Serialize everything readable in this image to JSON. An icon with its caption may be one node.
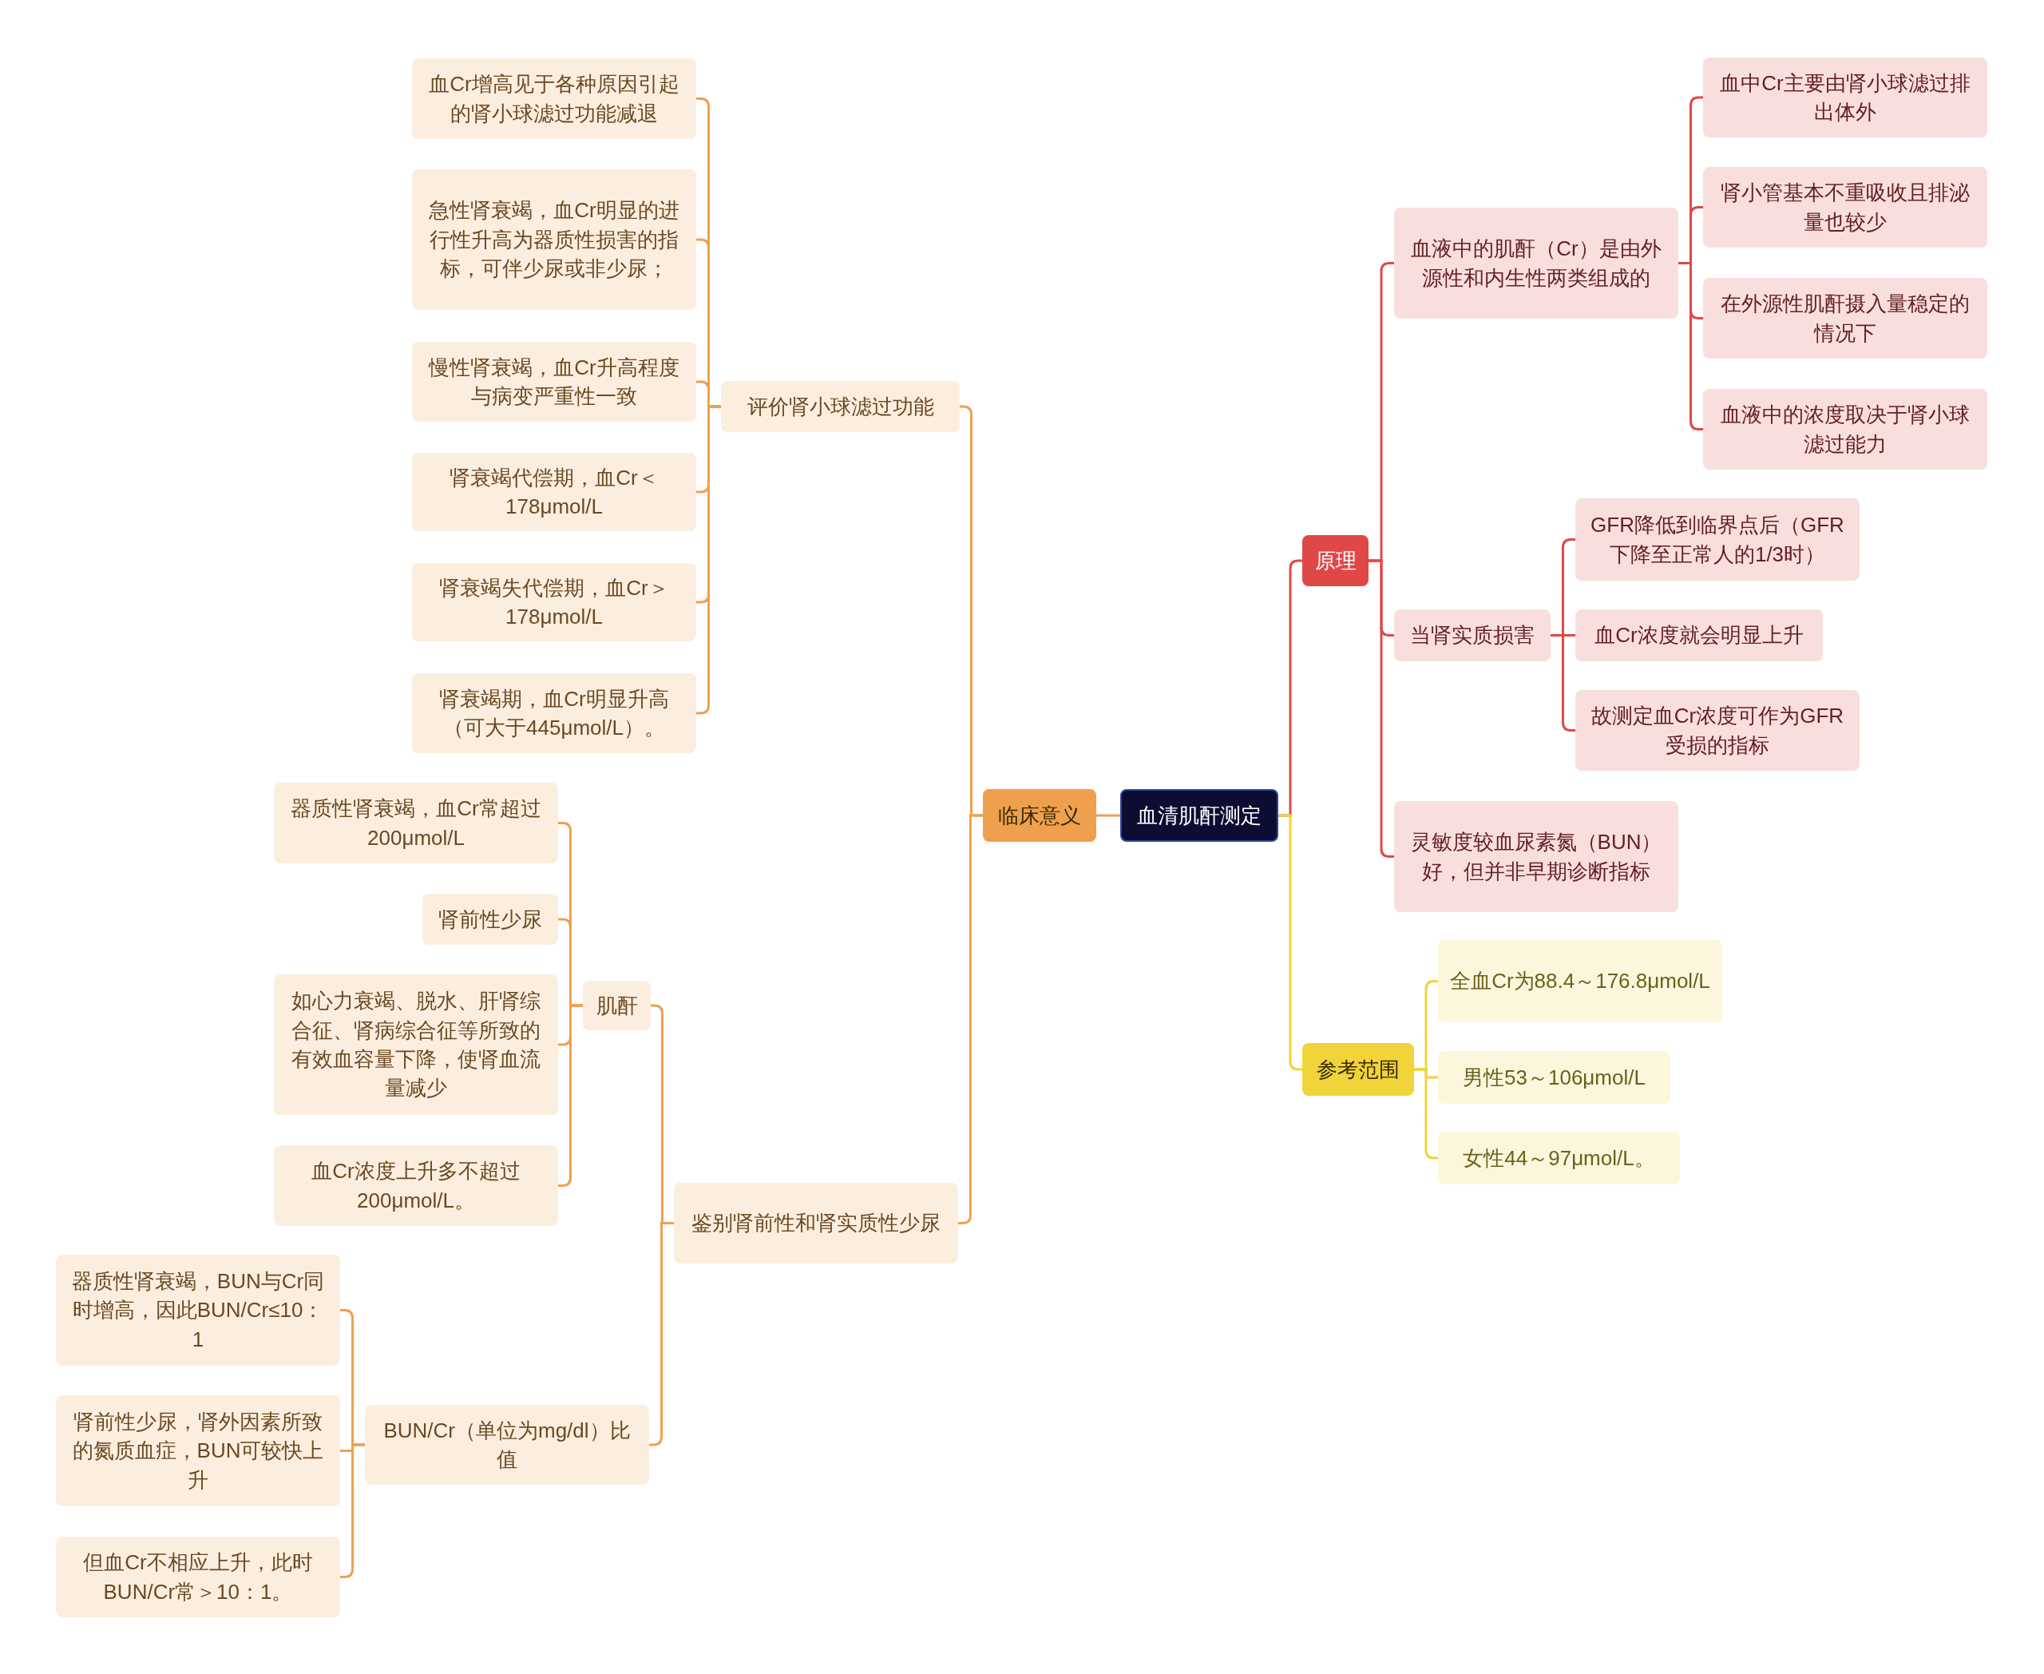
{
  "diagram": {
    "nodes": [
      {
        "text": [
          "血清肌酐测定"
        ]
      },
      {
        "text": [
          "临床意义"
        ]
      },
      {
        "text": [
          "评价肾小球滤过功能"
        ]
      },
      {
        "text": [
          "血Cr增高见于各种原因引起的肾小球滤过功能减退"
        ]
      },
      {
        "text": [
          "急性肾衰竭，血Cr明显的进行性升高为器质性损害的指标，可伴少尿或非少尿；"
        ]
      },
      {
        "text": [
          "慢性肾衰竭，血Cr升高程度与病变严重性一致"
        ]
      },
      {
        "text": [
          "肾衰竭代偿期，血Cr＜178μmol/L"
        ]
      },
      {
        "text": [
          "肾衰竭失代偿期，血Cr＞178μmol/L"
        ]
      },
      {
        "text": [
          "肾衰竭期，血Cr明显升高（可大于445μmol/L）。"
        ]
      },
      {
        "text": [
          "鉴别肾前性和肾实质性少尿"
        ]
      },
      {
        "text": [
          "肌酐"
        ]
      },
      {
        "text": [
          "器质性肾衰竭，血Cr常超过200μmol/L"
        ]
      },
      {
        "text": [
          "肾前性少尿"
        ]
      },
      {
        "text": [
          "如心力衰竭、脱水、肝肾综合征、肾病综合征等所致的有效血容量下降，使肾血流量减少"
        ]
      },
      {
        "text": [
          "血Cr浓度上升多不超过200μmol/L。"
        ]
      },
      {
        "text": [
          "BUN/Cr（单位为mg/dl）比值"
        ]
      },
      {
        "text": [
          "器质性肾衰竭，BUN与Cr同时增高，因此BUN/Cr≤10：1"
        ]
      },
      {
        "text": [
          "肾前性少尿，肾外因素所致的氮质血症，BUN可较快上升"
        ]
      },
      {
        "text": [
          "但血Cr不相应上升，此时BUN/Cr常＞10：1。"
        ]
      },
      {
        "text": [
          "原理"
        ]
      },
      {
        "text": [
          "血液中的肌酐（Cr）是由外源性和内生性两类组成的"
        ]
      },
      {
        "text": [
          "血中Cr主要由肾小球滤过排出体外"
        ]
      },
      {
        "text": [
          "肾小管基本不重吸收且排泌量也较少"
        ]
      },
      {
        "text": [
          "在外源性肌酐摄入量稳定的情况下"
        ]
      },
      {
        "text": [
          "血液中的浓度取决于肾小球滤过能力"
        ]
      },
      {
        "text": [
          "当肾实质损害"
        ]
      },
      {
        "text": [
          "GFR降低到临界点后（GFR下降至正常人的1/3时）"
        ]
      },
      {
        "text": [
          "血Cr浓度就会明显上升"
        ]
      },
      {
        "text": [
          "故测定血Cr浓度可作为GFR受损的指标"
        ]
      },
      {
        "text": [
          "灵敏度较血尿素氮（BUN）好，但并非早期诊断指标"
        ]
      },
      {
        "text": [
          "参考范围"
        ]
      },
      {
        "text": [
          "全血Cr为88.4～176.8μmol/L"
        ]
      },
      {
        "text": [
          "男性53～106μmol/L"
        ]
      },
      {
        "text": [
          "女性44～97μmol/L。"
        ]
      }
    ],
    "edges": [
      {
        "from": 0,
        "to": 1,
        "arrow": "none"
      },
      {
        "from": 1,
        "to": 2,
        "arrow": "none"
      },
      {
        "from": 2,
        "to": 3,
        "arrow": "none"
      },
      {
        "from": 2,
        "to": 4,
        "arrow": "none"
      },
      {
        "from": 2,
        "to": 5,
        "arrow": "none"
      },
      {
        "from": 2,
        "to": 6,
        "arrow": "none"
      },
      {
        "from": 2,
        "to": 7,
        "arrow": "none"
      },
      {
        "from": 2,
        "to": 8,
        "arrow": "none"
      },
      {
        "from": 1,
        "to": 9,
        "arrow": "none"
      },
      {
        "from": 9,
        "to": 10,
        "arrow": "none"
      },
      {
        "from": 10,
        "to": 11,
        "arrow": "none"
      },
      {
        "from": 10,
        "to": 12,
        "arrow": "none"
      },
      {
        "from": 10,
        "to": 13,
        "arrow": "none"
      },
      {
        "from": 10,
        "to": 14,
        "arrow": "none"
      },
      {
        "from": 9,
        "to": 15,
        "arrow": "none"
      },
      {
        "from": 15,
        "to": 16,
        "arrow": "none"
      },
      {
        "from": 15,
        "to": 17,
        "arrow": "none"
      },
      {
        "from": 15,
        "to": 18,
        "arrow": "none"
      },
      {
        "from": 0,
        "to": 19,
        "arrow": "none",
        "color": "#e04848"
      },
      {
        "from": 19,
        "to": 20,
        "arrow": "none",
        "color": "#e04848"
      },
      {
        "from": 20,
        "to": 21,
        "arrow": "none",
        "color": "#e04848"
      },
      {
        "from": 20,
        "to": 22,
        "arrow": "none",
        "color": "#e04848"
      },
      {
        "from": 20,
        "to": 23,
        "arrow": "none",
        "color": "#e04848"
      },
      {
        "from": 20,
        "to": 24,
        "arrow": "none",
        "color": "#e04848"
      },
      {
        "from": 19,
        "to": 25,
        "arrow": "none",
        "color": "#e04848"
      },
      {
        "from": 25,
        "to": 26,
        "arrow": "none",
        "color": "#e04848"
      },
      {
        "from": 25,
        "to": 27,
        "arrow": "none",
        "color": "#e04848"
      },
      {
        "from": 25,
        "to": 28,
        "arrow": "none",
        "color": "#e04848"
      },
      {
        "from": 19,
        "to": 29,
        "arrow": "none",
        "color": "#e04848"
      },
      {
        "from": 0,
        "to": 30,
        "arrow": "none",
        "color": "#f0d43a"
      },
      {
        "from": 30,
        "to": 31,
        "arrow": "none",
        "color": "#f0d43a"
      },
      {
        "from": 30,
        "to": 32,
        "arrow": "none",
        "color": "#f0d43a"
      },
      {
        "from": 30,
        "to": 33,
        "arrow": "none",
        "color": "#f0d43a"
      }
    ]
  }
}
